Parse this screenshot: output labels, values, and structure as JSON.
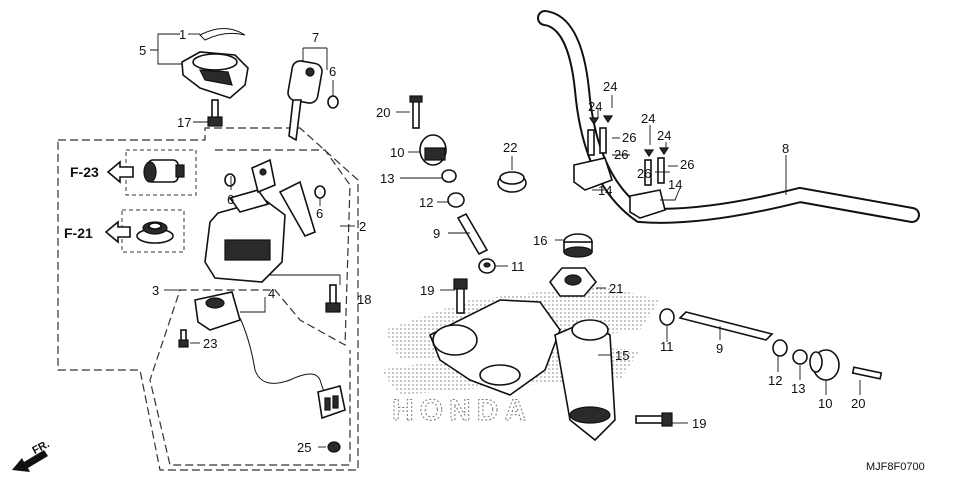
{
  "diagram": {
    "title": "",
    "code": "MJF8F0700",
    "references": [
      {
        "id": "ref-f23",
        "label": "F-23"
      },
      {
        "id": "ref-f21",
        "label": "F-21"
      }
    ],
    "front_marker": "FR.",
    "watermark": "HONDA",
    "callouts": [
      {
        "id": "c1",
        "label": "1"
      },
      {
        "id": "c5",
        "label": "5"
      },
      {
        "id": "c17",
        "label": "17"
      },
      {
        "id": "c7",
        "label": "7"
      },
      {
        "id": "c6a",
        "label": "6"
      },
      {
        "id": "c6b",
        "label": "6"
      },
      {
        "id": "c6c",
        "label": "6"
      },
      {
        "id": "c2",
        "label": "2"
      },
      {
        "id": "c3",
        "label": "3"
      },
      {
        "id": "c4",
        "label": "4"
      },
      {
        "id": "c18",
        "label": "18"
      },
      {
        "id": "c23",
        "label": "23"
      },
      {
        "id": "c25",
        "label": "25"
      },
      {
        "id": "c20a",
        "label": "20"
      },
      {
        "id": "c10a",
        "label": "10"
      },
      {
        "id": "c13a",
        "label": "13"
      },
      {
        "id": "c12a",
        "label": "12"
      },
      {
        "id": "c9a",
        "label": "9"
      },
      {
        "id": "c11a",
        "label": "11"
      },
      {
        "id": "c19a",
        "label": "19"
      },
      {
        "id": "c22",
        "label": "22"
      },
      {
        "id": "c16",
        "label": "16"
      },
      {
        "id": "c21",
        "label": "21"
      },
      {
        "id": "c15",
        "label": "15"
      },
      {
        "id": "c19b",
        "label": "19"
      },
      {
        "id": "c24a",
        "label": "24"
      },
      {
        "id": "c24b",
        "label": "24"
      },
      {
        "id": "c26a",
        "label": "26"
      },
      {
        "id": "c26b",
        "label": "26"
      },
      {
        "id": "c24c",
        "label": "24"
      },
      {
        "id": "c24d",
        "label": "24"
      },
      {
        "id": "c26c",
        "label": "26"
      },
      {
        "id": "c26d",
        "label": "26"
      },
      {
        "id": "c14a",
        "label": "14"
      },
      {
        "id": "c14b",
        "label": "14"
      },
      {
        "id": "c8",
        "label": "8"
      },
      {
        "id": "c11b",
        "label": "11"
      },
      {
        "id": "c9b",
        "label": "9"
      },
      {
        "id": "c12b",
        "label": "12"
      },
      {
        "id": "c13b",
        "label": "13"
      },
      {
        "id": "c10b",
        "label": "10"
      },
      {
        "id": "c20b",
        "label": "20"
      }
    ]
  }
}
